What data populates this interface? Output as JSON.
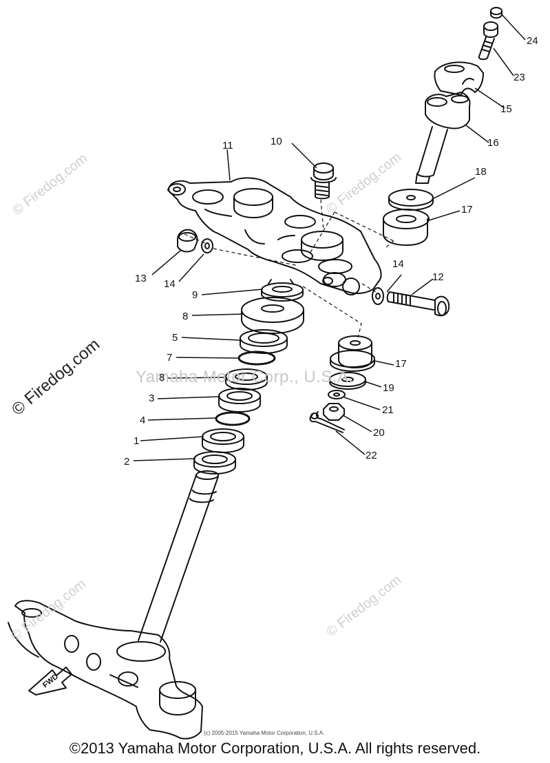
{
  "watermarks": {
    "left_large": "© Firedog.com",
    "repeat": "© Firedog.com",
    "center_text": "Yamaha Motor Corp., U.S.A."
  },
  "callouts": [
    "24",
    "23",
    "15",
    "16",
    "10",
    "11",
    "18",
    "17",
    "14",
    "12",
    "13",
    "14",
    "9",
    "8",
    "5",
    "7",
    "8",
    "3",
    "4",
    "1",
    "2",
    "17",
    "19",
    "21",
    "20",
    "22"
  ],
  "fwd_label": "FWD",
  "small_credit": "(c) 2005-2015 Yamaha Motor Corporation, U.S.A.",
  "footer": "©2013 Yamaha Motor Corporation, U.S.A. All rights reserved."
}
